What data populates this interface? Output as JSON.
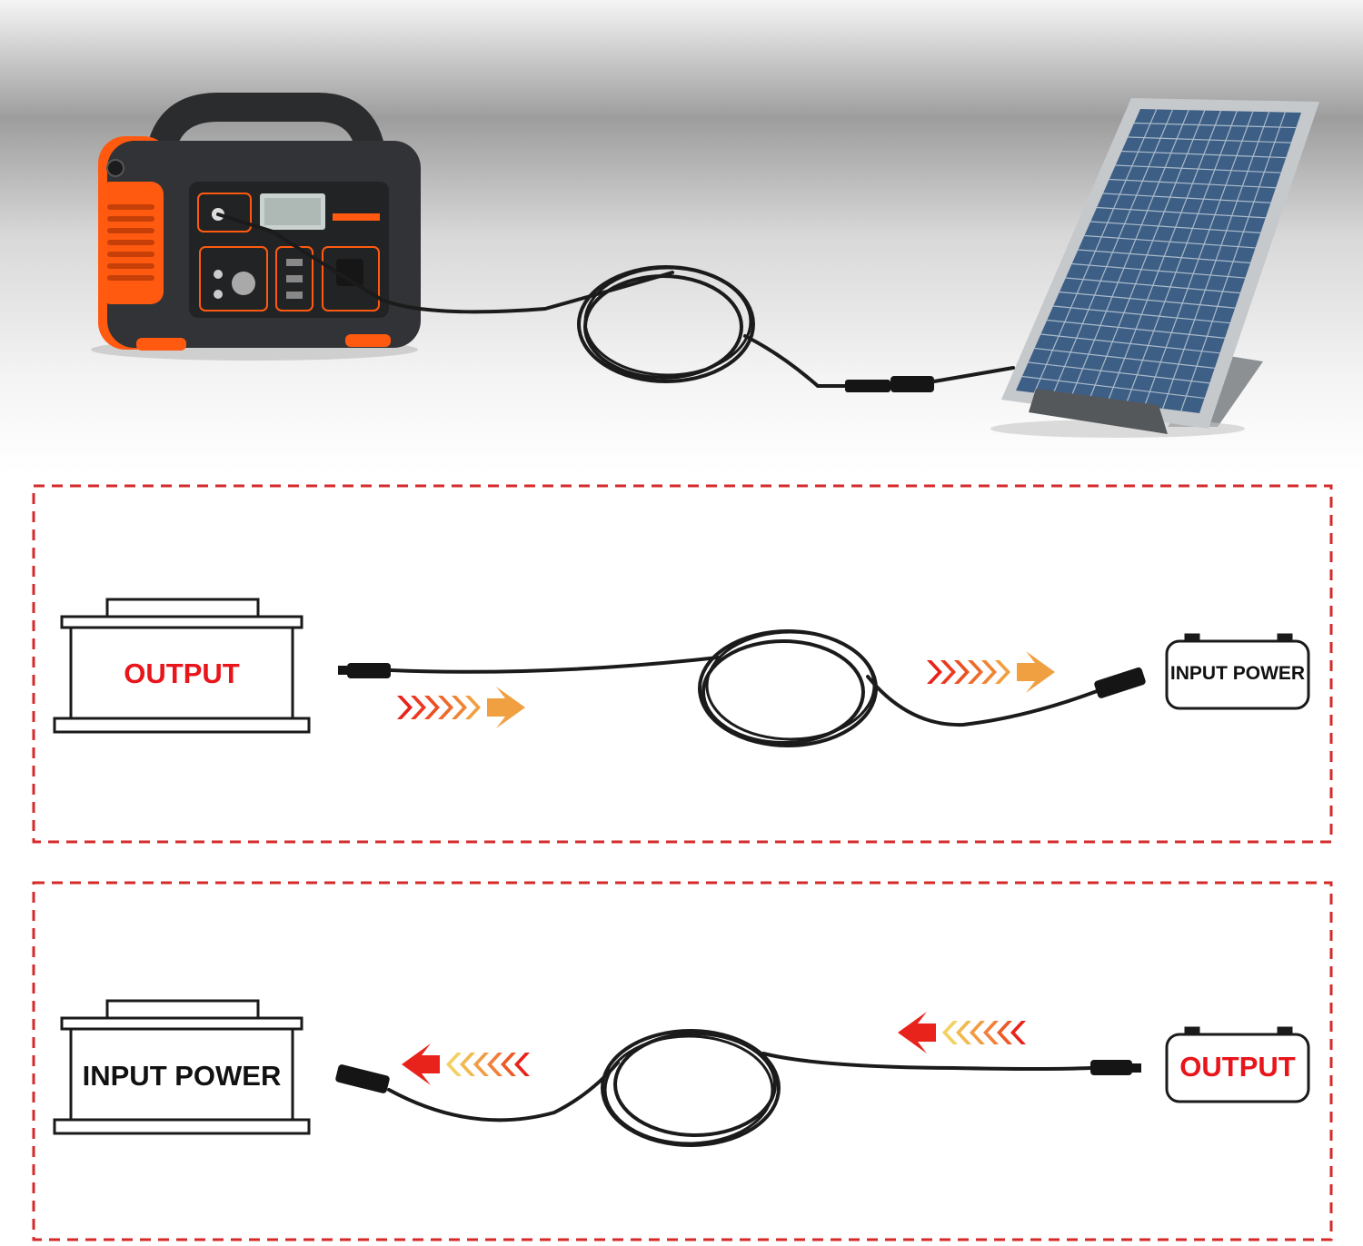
{
  "colors": {
    "dashed_border": "#d62a2a",
    "output_text": "#e8151b",
    "input_text": "#111111",
    "cable": "#1b1b1b",
    "arrow_red": "#e8231c",
    "arrow_orange": "#f0a040",
    "station_orange": "#ff5a10",
    "station_body": "#2f3033",
    "panel_cell": "#3d5f86",
    "panel_frame": "#c6c9cc"
  },
  "hero": {
    "station_icon": "power-station-icon",
    "panel_icon": "solar-panel-icon",
    "cable_icon": "extension-cable-icon"
  },
  "diagram_top": {
    "source_label": "OUTPUT",
    "target_label": "INPUT POWER",
    "source_icon": "battery-icon",
    "target_icon": "battery-icon",
    "flow_direction": "right"
  },
  "diagram_bottom": {
    "source_label": "OUTPUT",
    "target_label": "INPUT POWER",
    "source_icon": "battery-icon",
    "target_icon": "battery-icon",
    "flow_direction": "left"
  }
}
